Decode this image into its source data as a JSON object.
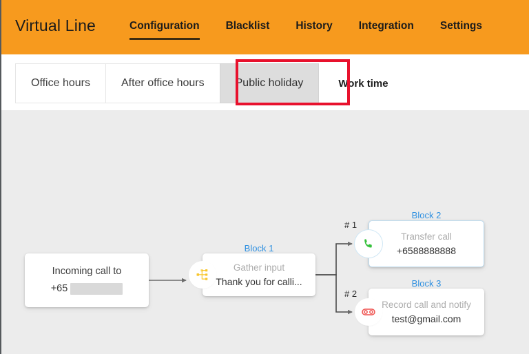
{
  "header": {
    "brand": "Virtual Line",
    "nav": [
      {
        "label": "Configuration",
        "active": true
      },
      {
        "label": "Blacklist",
        "active": false
      },
      {
        "label": "History",
        "active": false
      },
      {
        "label": "Integration",
        "active": false
      },
      {
        "label": "Settings",
        "active": false
      }
    ]
  },
  "tabs": [
    {
      "label": "Office hours",
      "selected": false
    },
    {
      "label": "After office hours",
      "selected": false
    },
    {
      "label": "Public holiday",
      "selected": true
    },
    {
      "label": "Work time",
      "selected": false
    }
  ],
  "flow": {
    "start": {
      "title": "Incoming call to",
      "prefix": "+65",
      "redacted": true
    },
    "blocks": [
      {
        "label": "Block 1",
        "action": "Gather input",
        "value": "Thank you for calli...",
        "icon": "branch-icon",
        "branch": ""
      },
      {
        "label": "Block 2",
        "action": "Transfer call",
        "value": "+6588888888",
        "icon": "phone-icon",
        "branch": "# 1"
      },
      {
        "label": "Block 3",
        "action": "Record call and notify",
        "value": "test@gmail.com",
        "icon": "voicemail-icon",
        "branch": "# 2"
      }
    ]
  },
  "colors": {
    "brand_orange": "#f79a1e",
    "canvas_gray": "#ececec",
    "block_label_blue": "#2d8fe0",
    "annotation_red": "#e8112d",
    "selected_tab_gray": "#dddddd",
    "phone_green": "#35c13b",
    "voicemail_red": "#ef5350",
    "branch_yellow": "#f8c62d"
  }
}
